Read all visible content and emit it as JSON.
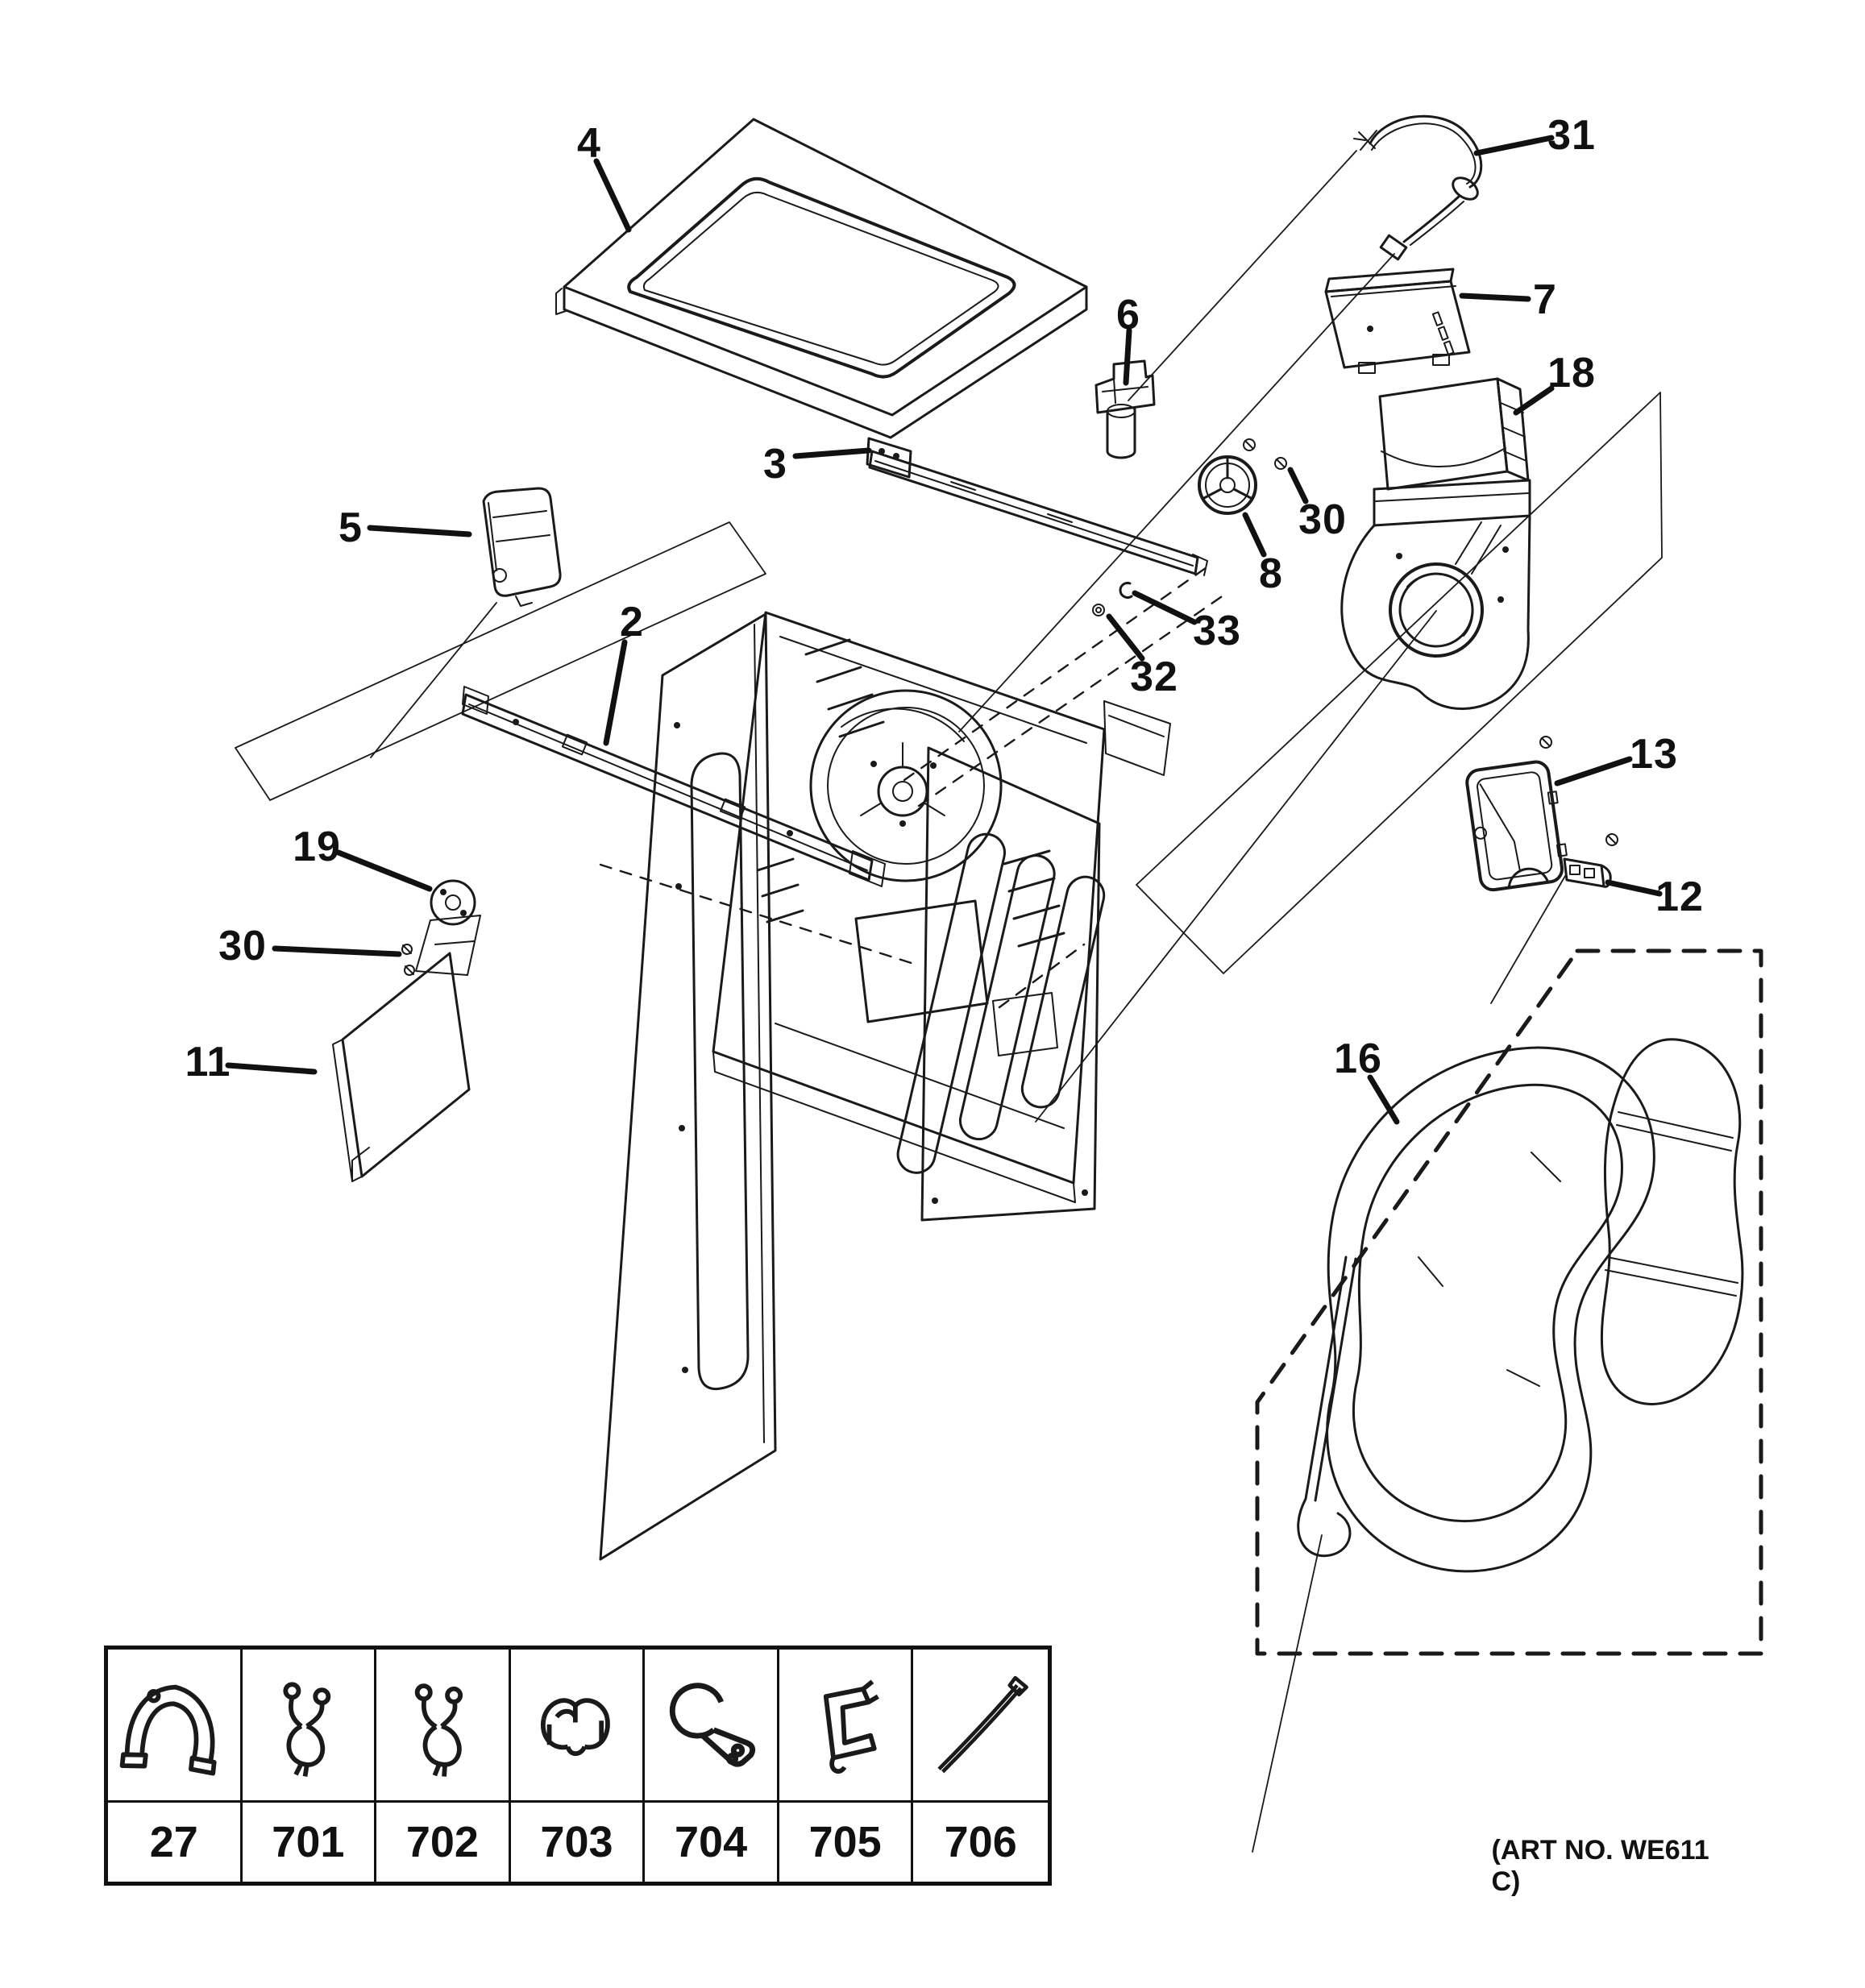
{
  "art_no": "(ART NO. WE611 C)",
  "colors": {
    "line": "#1a1a1a",
    "background": "#ffffff"
  },
  "diagram": {
    "type": "exploded-parts-diagram",
    "product": "dryer cabinet and top panel assembly",
    "callouts": [
      {
        "label": "4"
      },
      {
        "label": "3"
      },
      {
        "label": "5"
      },
      {
        "label": "2"
      },
      {
        "label": "6"
      },
      {
        "label": "31"
      },
      {
        "label": "7"
      },
      {
        "label": "18"
      },
      {
        "label": "30"
      },
      {
        "label": "8"
      },
      {
        "label": "33"
      },
      {
        "label": "32"
      },
      {
        "label": "19"
      },
      {
        "label": "30"
      },
      {
        "label": "11"
      },
      {
        "label": "13"
      },
      {
        "label": "12"
      },
      {
        "label": "16"
      }
    ]
  },
  "table": {
    "items": [
      {
        "num": "27",
        "icon": "hose-clamp-icon"
      },
      {
        "num": "701",
        "icon": "wire-clip-icon"
      },
      {
        "num": "702",
        "icon": "wire-clip-icon"
      },
      {
        "num": "703",
        "icon": "harness-clip-icon"
      },
      {
        "num": "704",
        "icon": "p-clamp-icon"
      },
      {
        "num": "705",
        "icon": "square-clip-icon"
      },
      {
        "num": "706",
        "icon": "cable-tie-icon"
      }
    ]
  }
}
